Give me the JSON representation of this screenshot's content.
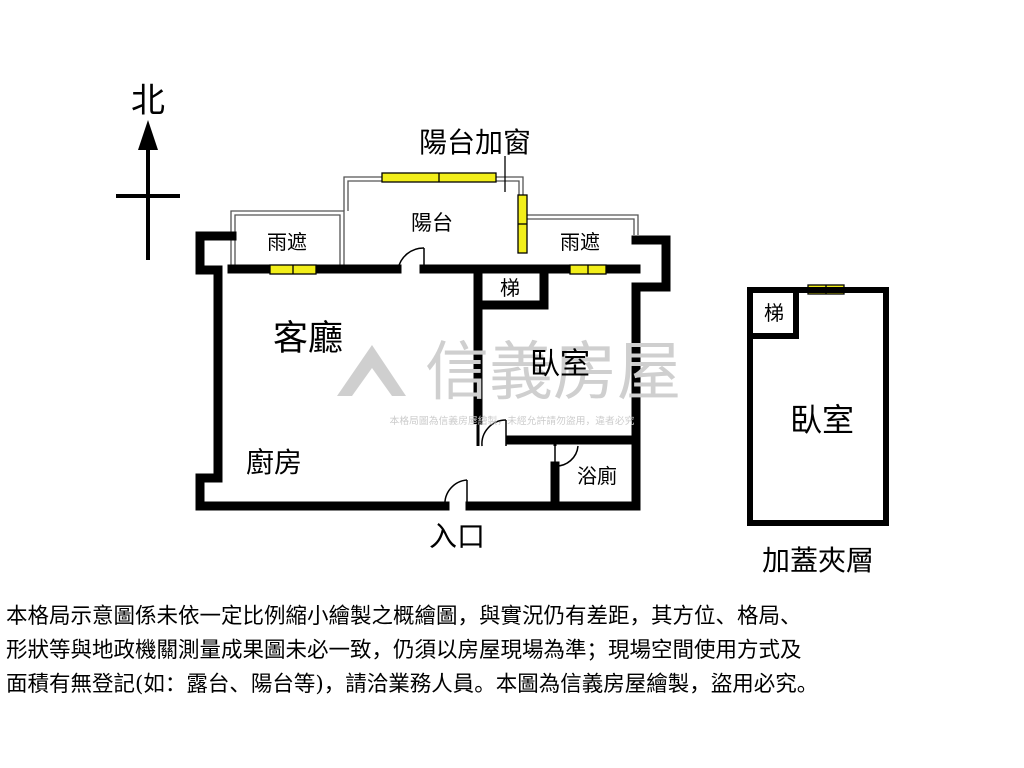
{
  "compass": {
    "north": "北"
  },
  "rooms": {
    "balcony_window": "陽台加窗",
    "balcony": "陽台",
    "awning_left": "雨遮",
    "awning_right": "雨遮",
    "stair_main": "梯",
    "living_room": "客廳",
    "bedroom_main": "臥室",
    "kitchen": "廚房",
    "bathroom": "浴廁",
    "entrance": "入口",
    "stair_mezz": "梯",
    "bedroom_mezz": "臥室",
    "mezzanine": "加蓋夾層"
  },
  "watermark": {
    "brand": "信義房屋",
    "notice": "本格局圖為信義房屋繪製，未經允許請勿盜用，違者必究"
  },
  "disclaimer": {
    "line1": "本格局示意圖係未依一定比例縮小繪製之概繪圖，與實況仍有差距，其方位、格局、",
    "line2": "形狀等與地政機關測量成果圖未必一致，仍須以房屋現場為準；現場空間使用方式及",
    "line3": "面積有無登記(如：露台、陽台等)，請洽業務人員。本圖為信義房屋繪製，盜用必究。"
  },
  "colors": {
    "wall": "#000000",
    "window": "#f2ee1a",
    "watermark": "#cfcfcf"
  }
}
